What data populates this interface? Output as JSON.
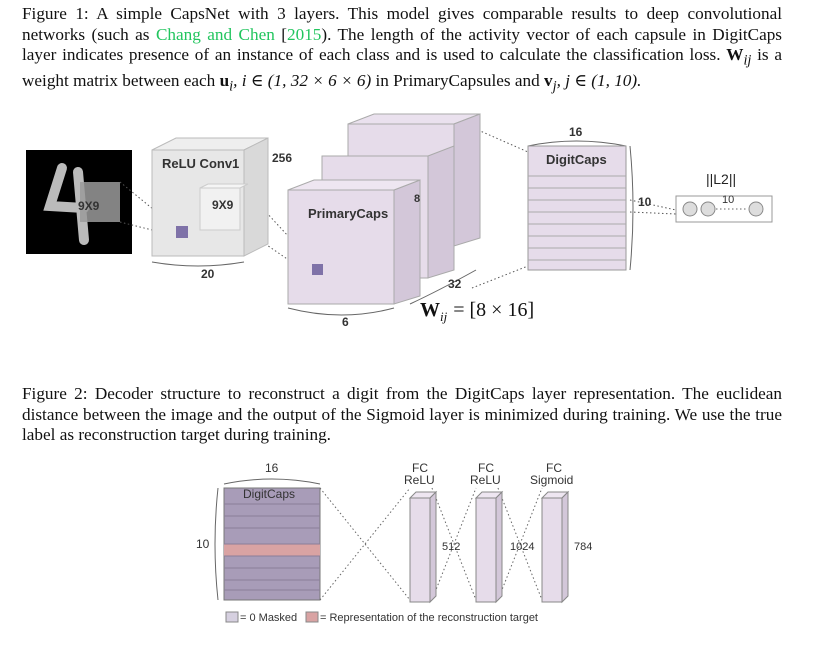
{
  "figure1": {
    "label": "Figure 1:",
    "text_a": "A simple CapsNet with 3 layers. This model gives comparable results to deep convolutional networks (such as",
    "cite_authors": "Chang and Chen",
    "cite_year": "2015",
    "text_b": "). The length of the activity vector of each capsule in DigitCaps layer indicates presence of an instance of each class and is used to calculate the classification loss.",
    "w": "W",
    "w_sub": "ij",
    "text_c": "is a weight matrix between each",
    "u": "u",
    "u_sub": "i",
    "range_u": ", i ∈ (1, 32 × 6 × 6)",
    "text_d": "in PrimaryCapsules and",
    "v": "v",
    "v_sub": "j",
    "range_v": ", j ∈ (1, 10)."
  },
  "diagram1": {
    "kernel_label": "9X9",
    "relu_conv1": "ReLU Conv1",
    "relu_channels": "256",
    "relu_kernel": "9X9",
    "relu_size": "20",
    "primary_caps": "PrimaryCaps",
    "primary_depth": "8",
    "primary_count": "32",
    "primary_size": "6",
    "digitcaps": "DigitCaps",
    "digitcaps_dim": "16",
    "digitcaps_count": "10",
    "norm_label": "||L2||",
    "norm_count": "10",
    "wij_formula": "W",
    "wij_sub": "ij",
    "wij_rhs": "= [8 × 16]"
  },
  "figure2": {
    "label": "Figure 2:",
    "text": "Decoder structure to reconstruct a digit from the DigitCaps layer representation. The euclidean distance between the image and the output of the Sigmoid layer is minimized during training. We use the true label as reconstruction target during training."
  },
  "diagram2": {
    "digitcaps_dim": "16",
    "digitcaps": "DigitCaps",
    "digitcaps_count": "10",
    "fc1": "FC",
    "fc1_act": "ReLU",
    "fc1_size": "512",
    "fc2": "FC",
    "fc2_act": "ReLU",
    "fc2_size": "1024",
    "fc3": "FC",
    "fc3_act": "Sigmoid",
    "fc3_size": "784",
    "legend_masked": "= 0 Masked",
    "legend_repr": "= Representation of the reconstruction target"
  },
  "colors": {
    "block_fill": "#e6dcea",
    "block_side": "#d3c7d9",
    "kernel": "#7f72a8",
    "masked": "#a89cb8",
    "target": "#d9a3a3",
    "cite": "#22c55e"
  }
}
